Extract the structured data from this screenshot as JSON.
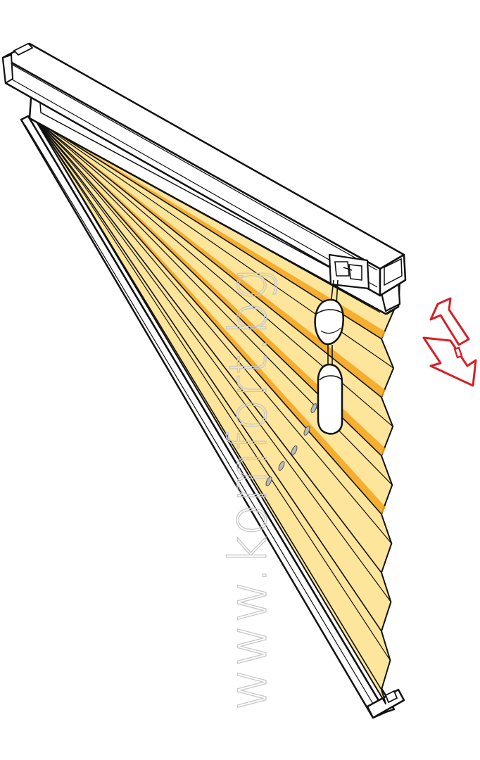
{
  "figure": {
    "subject": "pleated-blind-with-cord-pull",
    "watermark_text": "www.komfort.bg",
    "colors": {
      "fabric": "#fde59b",
      "fabric_fold_dark": "#f3a51b",
      "outline": "#111111",
      "rail_fill": "#ffffff",
      "arrow_stroke": "#d42027",
      "watermark": "#c8c8c8"
    },
    "components": [
      {
        "name": "headrail",
        "icon": "rail-box"
      },
      {
        "name": "bottom-rail",
        "icon": "rail-box"
      },
      {
        "name": "side-frame",
        "icon": "frame-bar"
      },
      {
        "name": "pleated-fabric",
        "icon": "pleats"
      },
      {
        "name": "cord-handle-upper",
        "icon": "cord-grip"
      },
      {
        "name": "cord-handle-lower",
        "icon": "cord-grip"
      },
      {
        "name": "move-arrows",
        "icon": "double-arrow"
      }
    ]
  }
}
